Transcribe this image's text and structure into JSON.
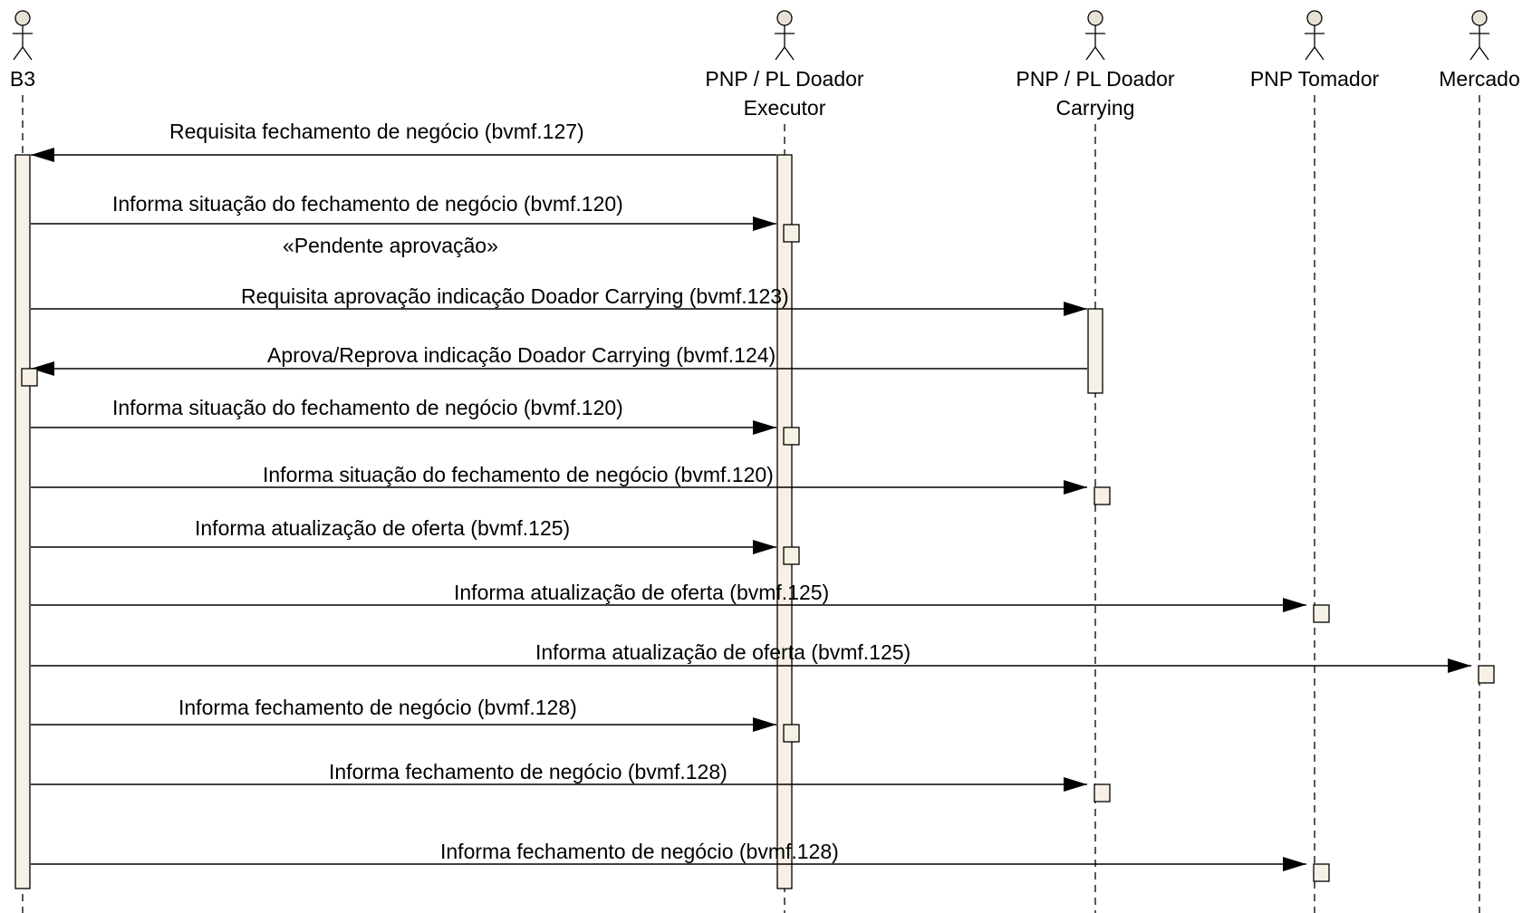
{
  "colors": {
    "activation_fill": "#f7f0e4",
    "actor_head_fill": "#e8e1d6",
    "line": "#000000",
    "background": "#ffffff"
  },
  "actors": [
    {
      "id": "b3",
      "lines": [
        "B3"
      ],
      "icon": "stick-figure-icon"
    },
    {
      "id": "executor",
      "lines": [
        "PNP / PL Doador",
        "Executor"
      ],
      "icon": "stick-figure-icon"
    },
    {
      "id": "carrying",
      "lines": [
        "PNP / PL Doador",
        "Carrying"
      ],
      "icon": "stick-figure-icon"
    },
    {
      "id": "tomador",
      "lines": [
        "PNP Tomador"
      ],
      "icon": "stick-figure-icon"
    },
    {
      "id": "mercado",
      "lines": [
        "Mercado"
      ],
      "icon": "stick-figure-icon"
    }
  ],
  "messages": [
    {
      "from": "executor",
      "to": "b3",
      "label": "Requisita fechamento de negócio (bvmf.127)"
    },
    {
      "from": "b3",
      "to": "executor",
      "label": "Informa situação do fechamento de negócio (bvmf.120)",
      "note": "«Pendente aprovação»"
    },
    {
      "from": "b3",
      "to": "carrying",
      "label": "Requisita aprovação indicação Doador Carrying (bvmf.123)"
    },
    {
      "from": "carrying",
      "to": "b3",
      "label": "Aprova/Reprova indicação Doador Carrying (bvmf.124)"
    },
    {
      "from": "b3",
      "to": "executor",
      "label": "Informa situação do fechamento de negócio (bvmf.120)"
    },
    {
      "from": "b3",
      "to": "carrying",
      "label": "Informa situação do fechamento de negócio (bvmf.120)"
    },
    {
      "from": "b3",
      "to": "executor",
      "label": "Informa atualização de oferta (bvmf.125)"
    },
    {
      "from": "b3",
      "to": "tomador",
      "label": "Informa atualização de oferta (bvmf.125)"
    },
    {
      "from": "b3",
      "to": "mercado",
      "label": "Informa atualização de oferta (bvmf.125)"
    },
    {
      "from": "b3",
      "to": "executor",
      "label": "Informa fechamento de negócio (bvmf.128)"
    },
    {
      "from": "b3",
      "to": "carrying",
      "label": "Informa fechamento de negócio (bvmf.128)"
    },
    {
      "from": "b3",
      "to": "tomador",
      "label": "Informa fechamento de negócio (bvmf.128)"
    }
  ]
}
